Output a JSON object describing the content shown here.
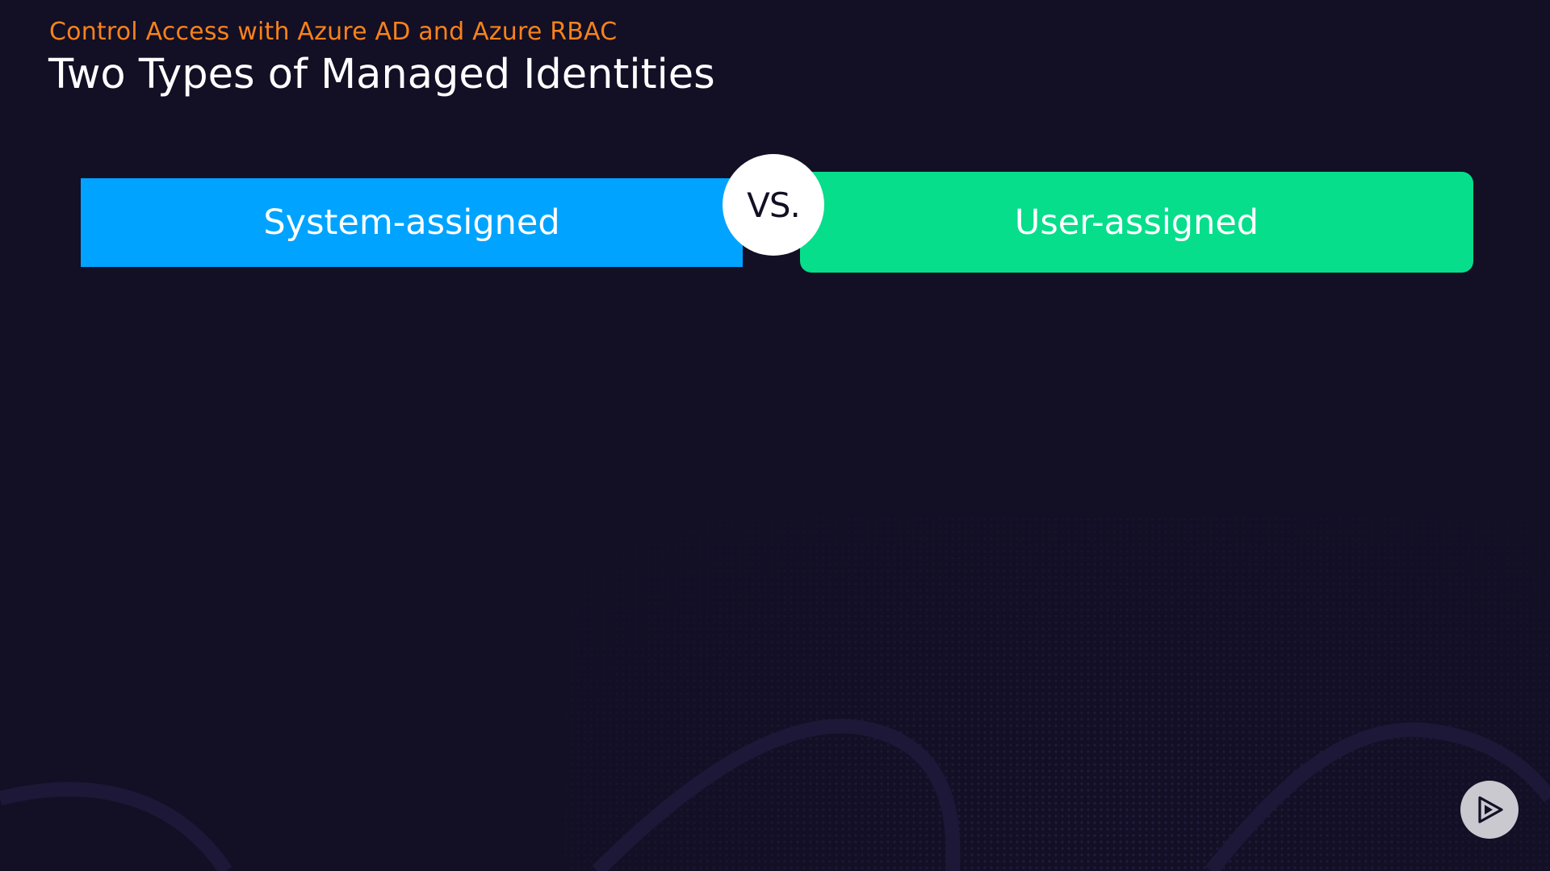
{
  "slide": {
    "course_title": "Control Access with Azure AD and Azure RBAC",
    "title": "Two Types of Managed Identities"
  },
  "comparison": {
    "left_label": "System-assigned",
    "vs_label": "VS.",
    "right_label": "User-assigned"
  },
  "player": {
    "play_icon": "play-logo-icon"
  },
  "colors": {
    "background": "#130f25",
    "accent_orange": "#f7821b",
    "system_assigned_blue": "#00a3ff",
    "user_assigned_green": "#06de8b",
    "vs_circle": "#ffffff",
    "player_button": "#c9c9cf"
  }
}
